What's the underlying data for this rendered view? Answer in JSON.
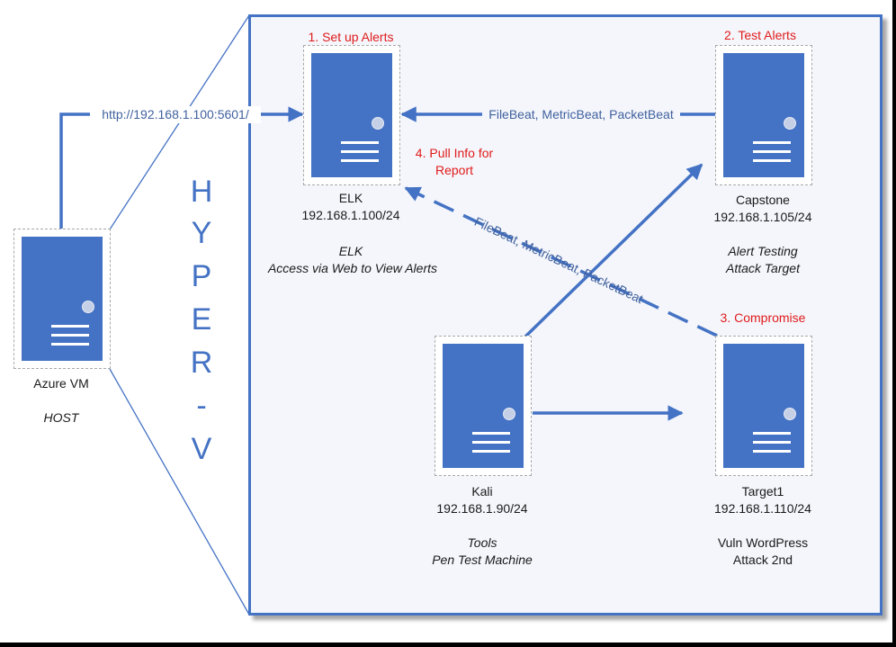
{
  "hyperv_label": [
    "H",
    "Y",
    "P",
    "E",
    "R",
    "-",
    "V"
  ],
  "host": {
    "name": "Azure VM",
    "role": "HOST",
    "url": "http://192.168.1.100:5601/"
  },
  "elk": {
    "name": "ELK",
    "ip": "192.168.1.100/24",
    "role_title": "ELK",
    "role_desc": "Access via Web to View Alerts",
    "step": "1. Set up Alerts",
    "step4_line1": "4. Pull Info for",
    "step4_line2": "Report"
  },
  "capstone": {
    "name": "Capstone",
    "ip": "192.168.1.105/24",
    "role_title": "Alert Testing",
    "role_desc": "Attack Target",
    "step": "2. Test Alerts",
    "beats_label": "FileBeat, MetricBeat, PacketBeat"
  },
  "kali": {
    "name": "Kali",
    "ip": "192.168.1.90/24",
    "role_title": "Tools",
    "role_desc": "Pen Test Machine"
  },
  "target1": {
    "name": "Target1",
    "ip": "192.168.1.110/24",
    "role_title": "Vuln WordPress",
    "role_desc": "Attack 2nd",
    "step": "3. Compromise",
    "beats_label": "FileBeat, MetricBeat, PacketBeat"
  },
  "colors": {
    "accent": "#4472c4",
    "step_red": "#e01b1b",
    "label_blue": "#41619e"
  }
}
